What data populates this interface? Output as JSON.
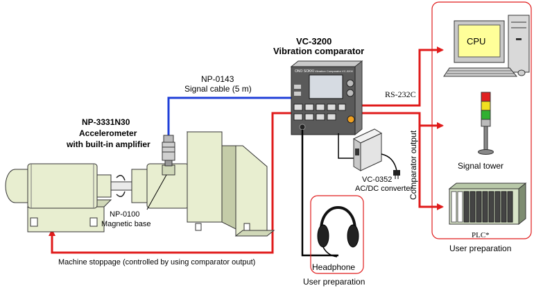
{
  "device": {
    "model": "VC-3200",
    "name": "Vibration comparator",
    "brand": "ONO SOKKI",
    "panel_label": "Vibration Comparator VC-3200"
  },
  "accelerometer": {
    "model": "NP-3331N30",
    "line1": "Accelerometer",
    "line2": "with built-in amplifier"
  },
  "signal_cable": {
    "model": "NP-0143",
    "desc": "Signal cable (5 m)"
  },
  "magnetic_base": {
    "model": "NP-0100",
    "desc": "Magnetic base"
  },
  "converter": {
    "model": "VC-0352",
    "desc": "AC/DC converter"
  },
  "links": {
    "rs232c": "RS-232C",
    "comparator_output": "Comparator output",
    "machine_stoppage": "Machine stoppage (controlled  by using comparator output)"
  },
  "right_group": {
    "cpu": "CPU",
    "signal_tower": "Signal tower",
    "plc": "PLC*",
    "caption": "User preparation"
  },
  "headphone": {
    "label": "Headphone",
    "caption": "User preparation"
  },
  "colors": {
    "signal": "#1f3fd8",
    "output": "#e01b1b",
    "machine": "#e8eed0"
  }
}
